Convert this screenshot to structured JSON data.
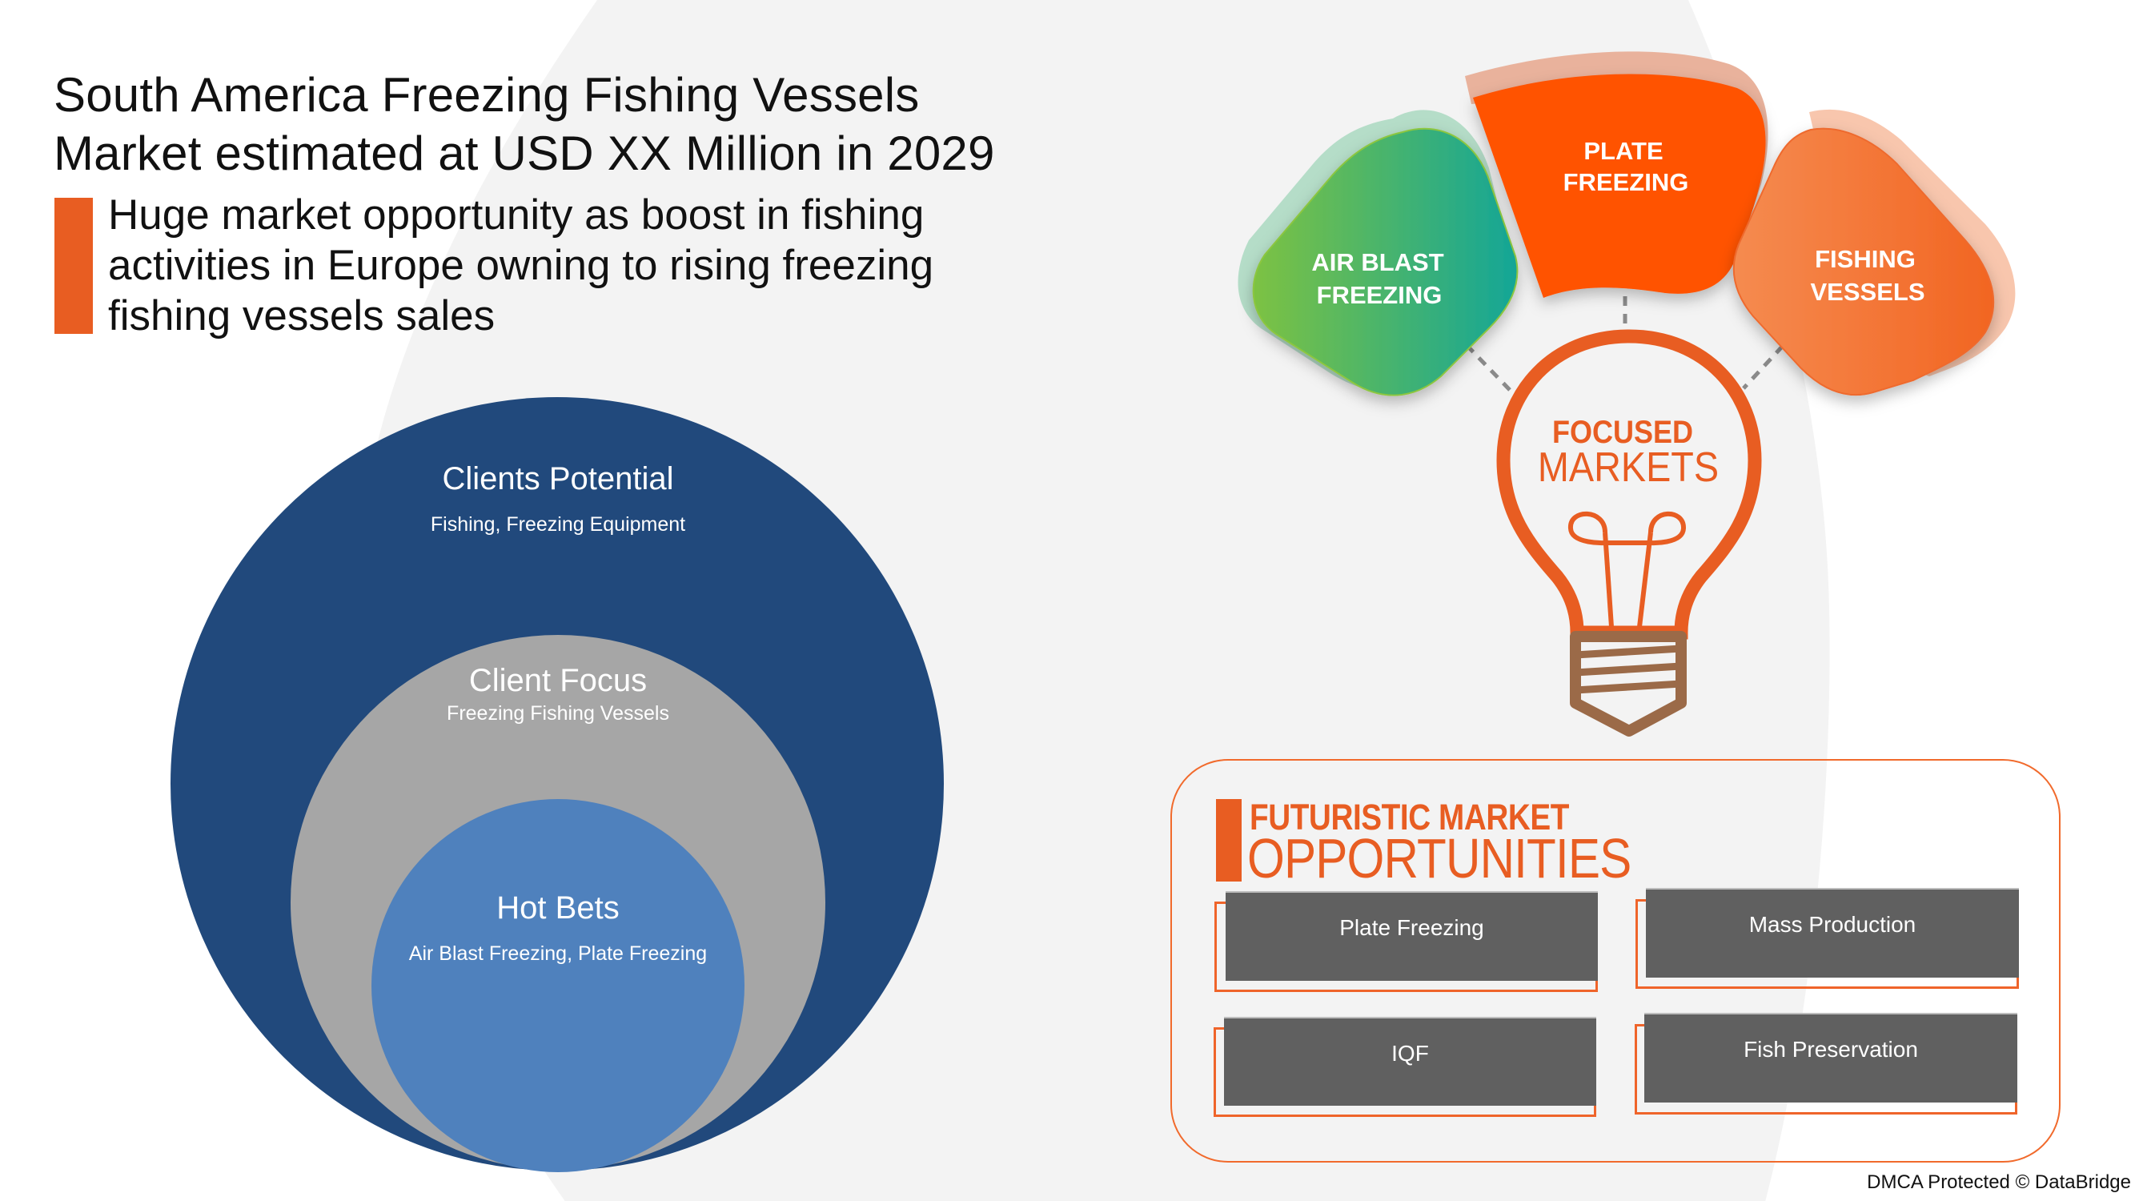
{
  "header": {
    "title_lines": [
      "South America Freezing Fishing Vessels",
      "Market estimated at USD XX Million in 2029"
    ],
    "subtitle_lines": [
      "Huge market opportunity as boost in fishing",
      "activities in Europe owning to rising freezing",
      "fishing vessels sales"
    ]
  },
  "nested_circles": [
    {
      "title": "Clients Potential",
      "subtitle": "Fishing, Freezing Equipment",
      "color": "#21497c"
    },
    {
      "title": "Client Focus",
      "subtitle": "Freezing Fishing Vessels",
      "color": "#a6a6a6"
    },
    {
      "title": "Hot Bets",
      "subtitle": "Air Blast Freezing, Plate Freezing",
      "color": "#4f81bd"
    }
  ],
  "focused_markets": {
    "title_line1": "FOCUSED",
    "title_line2": "MARKETS",
    "petals": [
      {
        "line1": "AIR BLAST",
        "line2": "FREEZING",
        "gradient": [
          "#7dc242",
          "#14a697"
        ]
      },
      {
        "line1": "PLATE",
        "line2": "FREEZING",
        "color": "#ff5200"
      },
      {
        "line1": "FISHING",
        "line2": "VESSELS",
        "gradient": [
          "#f58b50",
          "#f26522"
        ]
      }
    ],
    "bulb_color": "#e85d22",
    "bulb_base_color": "#9b6a48",
    "icon": "lightbulb-icon"
  },
  "opportunities": {
    "heading_line1": "FUTURISTIC MARKET",
    "heading_line2": "OPPORTUNITIES",
    "items": [
      "Plate Freezing",
      "Mass Production",
      "IQF",
      "Fish Preservation"
    ],
    "accent": "#e85d22"
  },
  "footer": {
    "text": "DMCA Protected © DataBridge"
  }
}
